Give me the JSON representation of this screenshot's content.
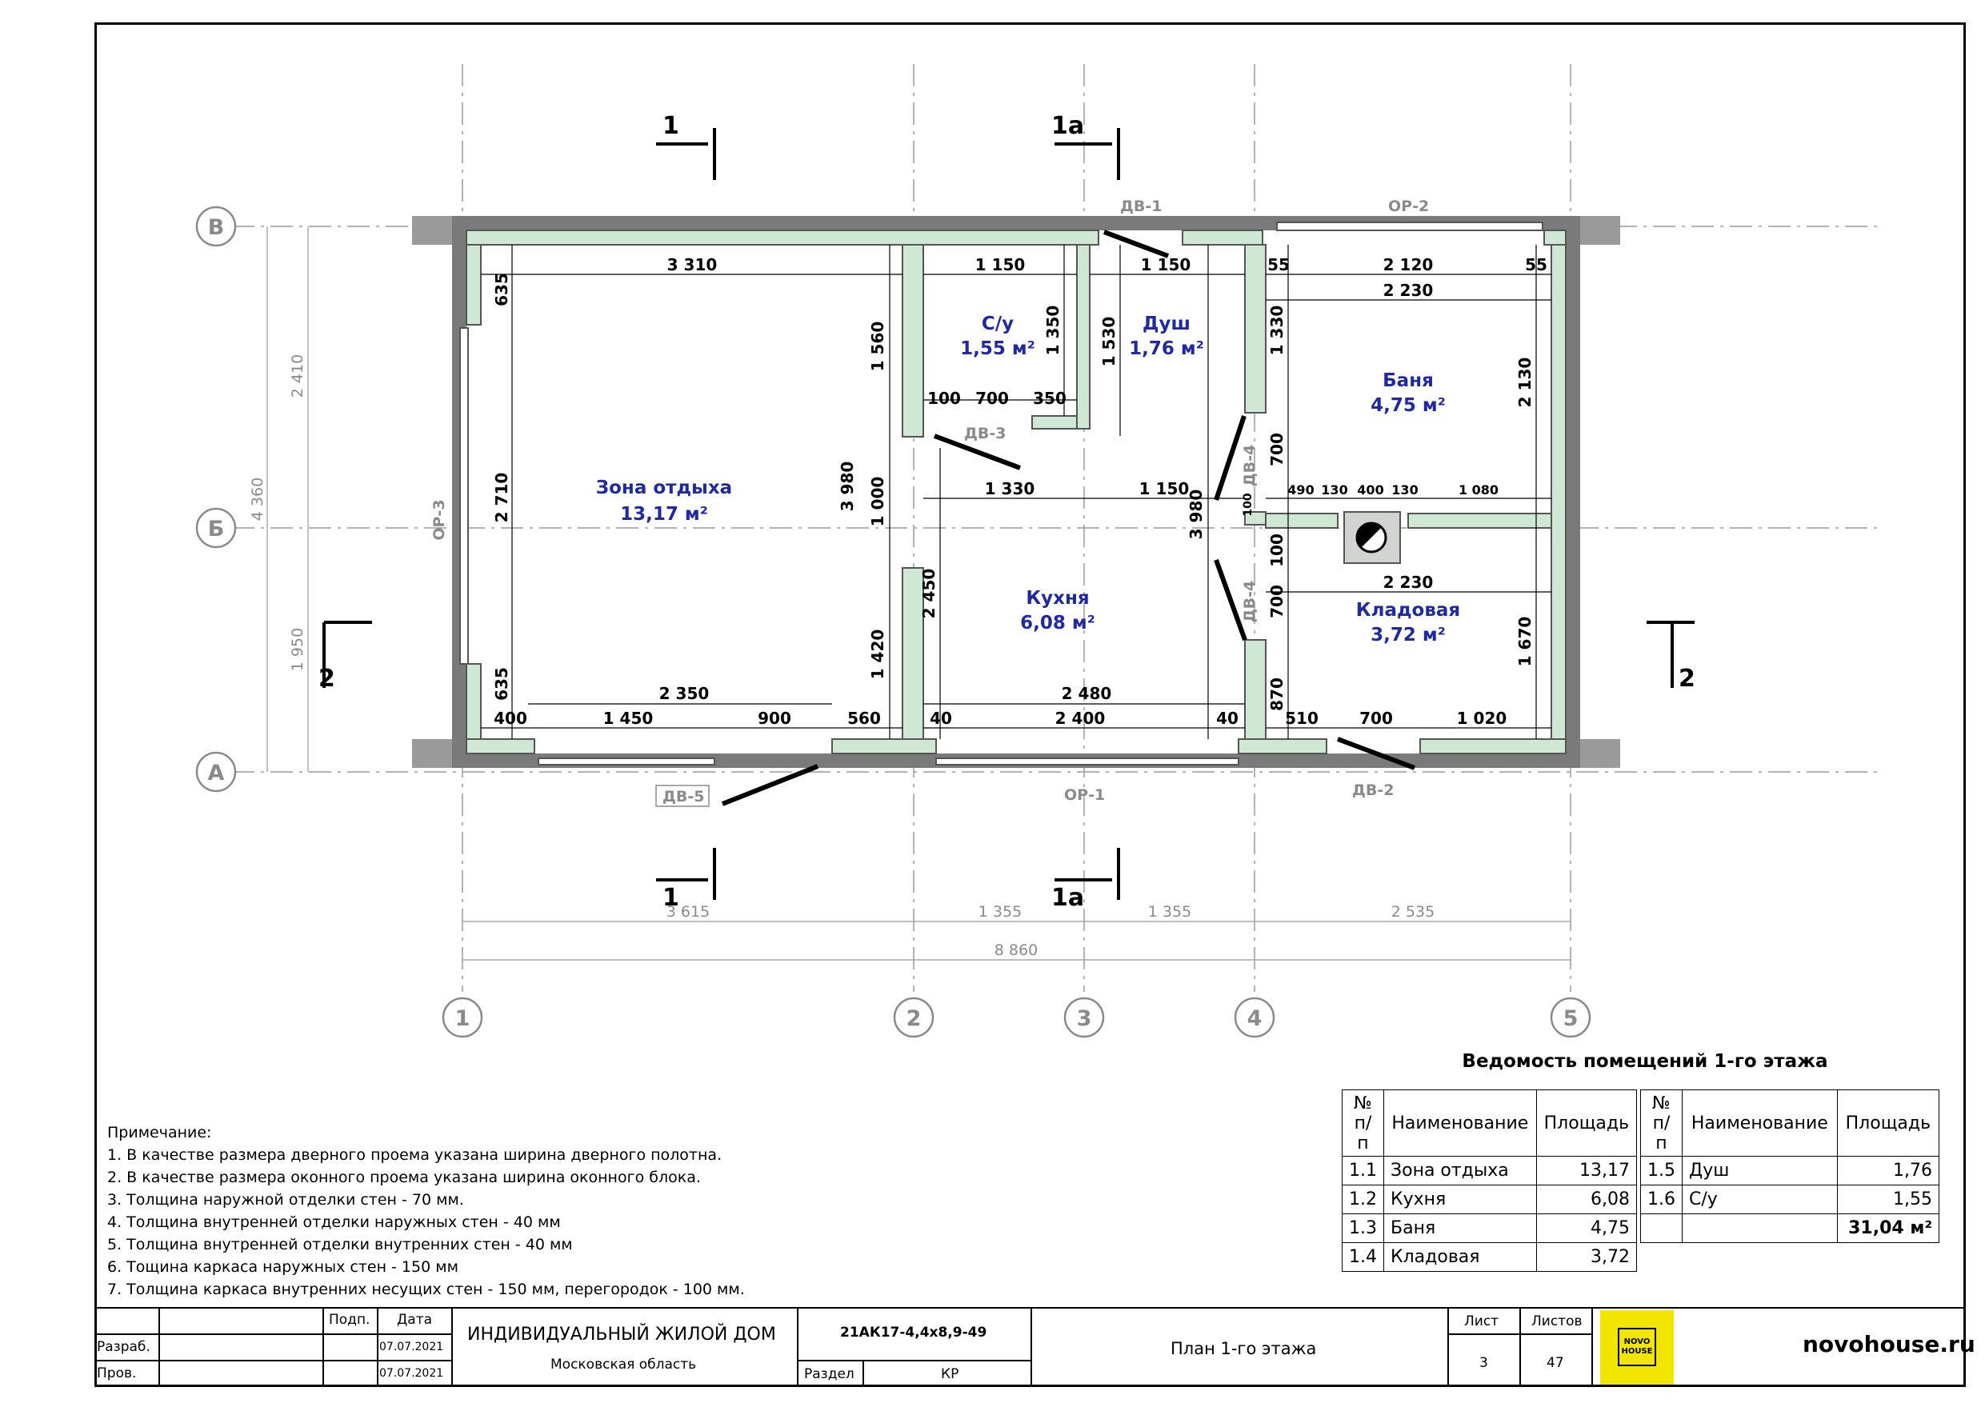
{
  "grid": {
    "axes_letters": [
      "А",
      "Б",
      "В"
    ],
    "axes_numbers": [
      "1",
      "2",
      "3",
      "4",
      "5"
    ]
  },
  "rooms": [
    {
      "id": "rest",
      "name": "Зона отдыха",
      "area": "13,17 м²"
    },
    {
      "id": "wc",
      "name": "С/у",
      "area": "1,55 м²"
    },
    {
      "id": "shower",
      "name": "Душ",
      "area": "1,76 м²"
    },
    {
      "id": "sauna",
      "name": "Баня",
      "area": "4,75 м²"
    },
    {
      "id": "kitchen",
      "name": "Кухня",
      "area": "6,08 м²"
    },
    {
      "id": "storage",
      "name": "Кладовая",
      "area": "3,72 м²"
    }
  ],
  "openings": [
    "ДВ-1",
    "ОР-2",
    "ОР-3",
    "ДВ-3",
    "ДВ-4",
    "ДВ-5",
    "ОР-1",
    "ДВ-2"
  ],
  "sections": [
    "1",
    "1а",
    "2"
  ],
  "dimensions": {
    "bottom_chain": [
      "3 615",
      "1 355",
      "1 355",
      "2 535"
    ],
    "bottom_total": "8 860",
    "left_chain": [
      "2 410",
      "1 950"
    ],
    "left_total": "4 360",
    "top_row": [
      "3 310",
      "1 150",
      "1 150",
      "55",
      "2 120",
      "55"
    ],
    "sauna_width": "2 230",
    "heights": [
      "635",
      "2 710",
      "635",
      "1 560",
      "3 980",
      "1 000",
      "1 420",
      "1 350",
      "1 530",
      "3 980",
      "2 450",
      "1 330",
      "700",
      "100",
      "100",
      "700",
      "870",
      "2 130",
      "1 670"
    ],
    "wc_row": [
      "100",
      "700",
      "350"
    ],
    "kitchen_top": [
      "1 330",
      "1 150"
    ],
    "mid_row": [
      "490",
      "130",
      "400",
      "130",
      "1 080"
    ],
    "storage_width": "2 230",
    "bottom_inner": [
      "2 350",
      "2 480"
    ],
    "bottom_row": [
      "400",
      "1 450",
      "900",
      "560",
      "40",
      "2 400",
      "40",
      "510",
      "700",
      "1 020"
    ]
  },
  "notes": {
    "title": "Примечание:",
    "items": [
      "1. В качестве размера дверного проема указана ширина дверного полотна.",
      "2. В качестве размера оконного проема указана ширина оконного блока.",
      "3. Толщина наружной отделки стен - 70 мм.",
      "4. Толщина внутренней отделки наружных стен - 40 мм",
      "5. Толщина внутренней отделки внутренних стен - 40 мм",
      "6. Тощина каркаса наружных стен - 150 мм",
      "7. Толщина каркаса внутренних несущих стен - 150 мм, перегородок - 100 мм."
    ]
  },
  "schedule": {
    "title": "Ведомость помещений 1-го этажа",
    "headers": [
      "№ п/п",
      "Наименование",
      "Площадь"
    ],
    "left_rows": [
      [
        "1.1",
        "Зона отдыха",
        "13,17"
      ],
      [
        "1.2",
        "Кухня",
        "6,08"
      ],
      [
        "1.3",
        "Баня",
        "4,75"
      ],
      [
        "1.4",
        "Кладовая",
        "3,72"
      ]
    ],
    "right_rows": [
      [
        "1.5",
        "Душ",
        "1,76"
      ],
      [
        "1.6",
        "С/у",
        "1,55"
      ]
    ],
    "total": "31,04 м²"
  },
  "title_block": {
    "podp": "Подп.",
    "data": "Дата",
    "razrab": "Разраб.",
    "prov": "Пров.",
    "date1": "07.07.2021",
    "date2": "07.07.2021",
    "project": "ИНДИВИДУАЛЬНЫЙ ЖИЛОЙ ДОМ",
    "region": "Московская область",
    "code": "21АК17-4,4х8,9-49",
    "razdel_label": "Раздел",
    "razdel": "КР",
    "sheet_title": "План 1-го этажа",
    "list_label": "Лист",
    "listov_label": "Листов",
    "list": "3",
    "listov": "47",
    "logo": "NOVO HOUSE",
    "site": "novohouse.ru"
  },
  "colors": {
    "finish": "#cfe8d4",
    "wall": "#7a7a7a",
    "room_label": "#1f2aa0",
    "logo": "#f2e600"
  }
}
